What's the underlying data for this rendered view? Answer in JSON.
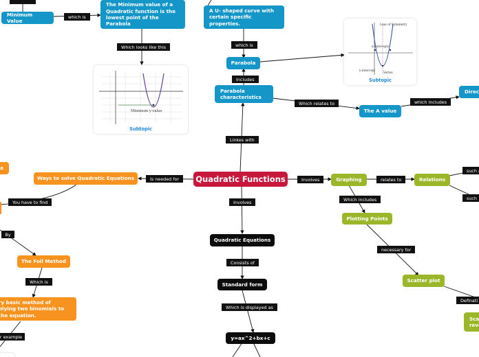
{
  "center": {
    "title": "Quadratic Functions"
  },
  "topics": {
    "min_value": "Minimum Value",
    "min_value_def": "The Minimum value of a Quadratic function is the lowest point of the Parabola",
    "u_curve": "A U- shaped curve with certain specific properties.",
    "parabola": "Parabola",
    "parabola_char": "Parabola characteristics",
    "a_value": "The A value",
    "direction": "Direc",
    "ways": "Ways to solve Quadratic Equations",
    "left_edge_a": "a",
    "foil": "The Foil Method",
    "foil_def": "ry basic method of\nplying two binomials to\nthe equation.",
    "equations": "Quadratic Equations",
    "standard": "Standard form",
    "formula": "y=ax^2+bx+c",
    "graphing": "Graphing",
    "relations": "Relations",
    "plotting": "Plotting Points",
    "scatter": "Scatter plot",
    "scatter_right": "Sca\nreve"
  },
  "links": {
    "which_is_1": "which is",
    "which_looks": "Which looks like this",
    "which_is_2": "which is",
    "includes": "Includes",
    "which_relates": "Which relates to",
    "which_includes_1": "which includes",
    "linkes_with": "Linkes with",
    "is_needed": "Is needed for",
    "involves_1": "Involves",
    "relates_to": "relates to",
    "such_1": "such a",
    "such_2": "such",
    "you_have_to_find": "You have to find",
    "by": "By",
    "which_is_3": "Which is",
    "for_example": "r example",
    "involves_2": "Involves",
    "consists_of": "Consists of",
    "displayed_as": "Which is displayed as",
    "which_includes_2": "Which includes",
    "necessary_for": "necessary for",
    "defination": "Definati"
  },
  "subtopic": {
    "caption_1": "Subtopic",
    "caption_2": "Subtopic",
    "graph1_label": "Minimum y-value",
    "graph2_axis_label": "Line of Symmetry",
    "graph2_x_intercepts": "x-intercepts",
    "graph2_y_intercept": "y-intercept",
    "graph2_vertex": "Vertex"
  },
  "colors": {
    "blue": "#1496c8",
    "green": "#9cb62a",
    "orange": "#f7931e",
    "black": "#0c0c0c",
    "red": "#c8173c"
  }
}
